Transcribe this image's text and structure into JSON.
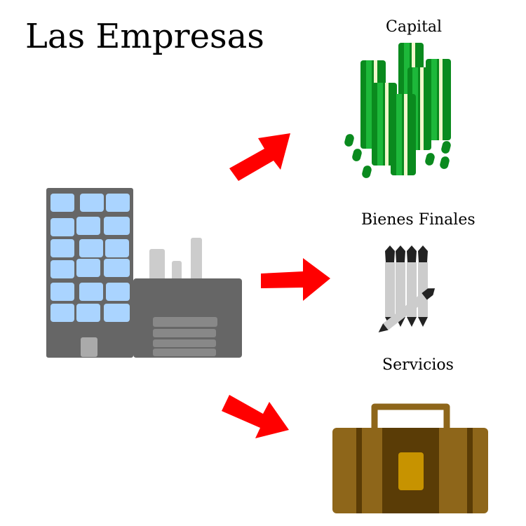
{
  "title": "Las Empresas",
  "outputs": [
    {
      "label": "Capital",
      "icon": "money-icon"
    },
    {
      "label": "Bienes Finales",
      "icon": "pens-icon"
    },
    {
      "label": "Servicios",
      "icon": "briefcase-icon"
    }
  ],
  "source_icon": "factory-building-icon",
  "arrow_color": "#ff0000",
  "colors": {
    "building": "#666666",
    "window": "#aad4ff",
    "money_dark": "#0a8a1e",
    "money_light": "#1db83a",
    "money_stripe": "#f2f7cc",
    "briefcase": "#8e661a",
    "briefcase_dark": "#5a3c06",
    "briefcase_tag": "#c79300"
  }
}
